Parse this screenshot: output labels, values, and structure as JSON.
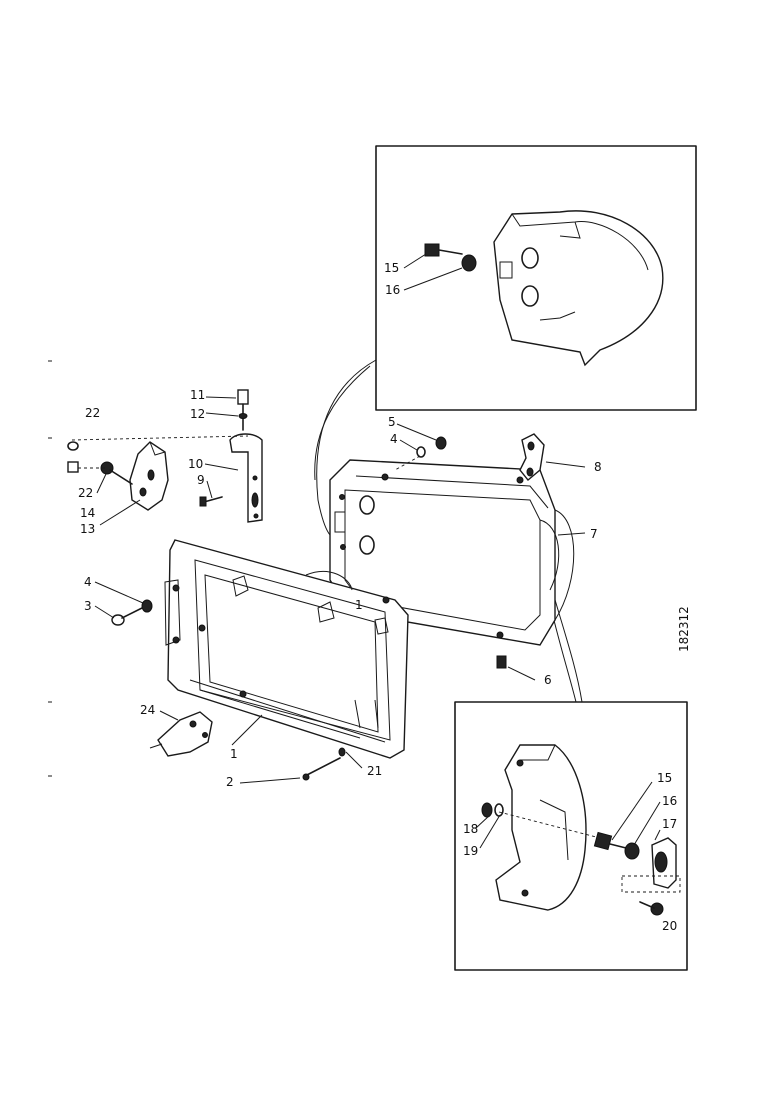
{
  "figure": {
    "reference_code": "182312"
  },
  "callouts": [
    {
      "key": "c15a",
      "text": "15"
    },
    {
      "key": "c16a",
      "text": "16"
    },
    {
      "key": "c11",
      "text": "11"
    },
    {
      "key": "c12",
      "text": "12"
    },
    {
      "key": "c22a",
      "text": "22"
    },
    {
      "key": "c5",
      "text": "5"
    },
    {
      "key": "c4a",
      "text": "4"
    },
    {
      "key": "c8",
      "text": "8"
    },
    {
      "key": "c10",
      "text": "10"
    },
    {
      "key": "c9",
      "text": "9"
    },
    {
      "key": "c22b",
      "text": "22"
    },
    {
      "key": "c14",
      "text": "14"
    },
    {
      "key": "c13",
      "text": "13"
    },
    {
      "key": "c7",
      "text": "7"
    },
    {
      "key": "c4b",
      "text": "4"
    },
    {
      "key": "c3",
      "text": "3"
    },
    {
      "key": "c6",
      "text": "6"
    },
    {
      "key": "c1a",
      "text": "1"
    },
    {
      "key": "c24",
      "text": "24"
    },
    {
      "key": "c1b",
      "text": "1"
    },
    {
      "key": "c2",
      "text": "2"
    },
    {
      "key": "c21",
      "text": "21"
    },
    {
      "key": "c15b",
      "text": "15"
    },
    {
      "key": "c16b",
      "text": "16"
    },
    {
      "key": "c17",
      "text": "17"
    },
    {
      "key": "c18",
      "text": "18"
    },
    {
      "key": "c19",
      "text": "19"
    },
    {
      "key": "c20",
      "text": "20"
    }
  ]
}
